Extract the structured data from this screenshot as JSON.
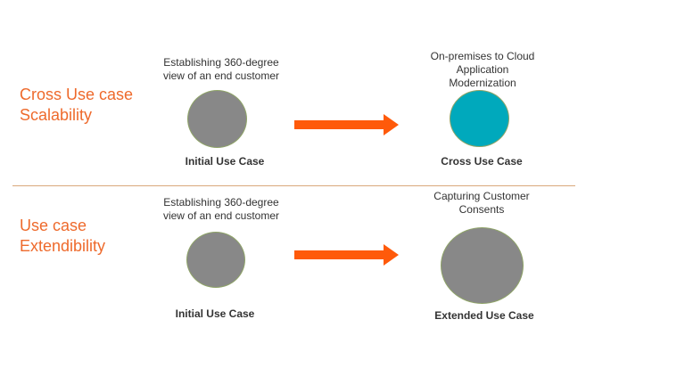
{
  "colors": {
    "title": "#EE6A2C",
    "arrow": "#FF5A0A",
    "circle_gray": "#888888",
    "circle_teal": "#00A9BC",
    "divider": "#D9A77B"
  },
  "rows": [
    {
      "title": "Cross Use case\nScalability",
      "left_caption": "Establishing 360-degree\nview of an end customer",
      "left_label": "Initial  Use Case",
      "right_caption": "On-premises  to Cloud\nApplication\nModernization",
      "right_label": "Cross Use Case"
    },
    {
      "title": "Use case\nExtendibility",
      "left_caption": "Establishing 360-degree\nview of an end customer",
      "left_label": "Initial  Use Case",
      "right_caption": "Capturing  Customer\nConsents",
      "right_label": "Extended Use Case"
    }
  ]
}
